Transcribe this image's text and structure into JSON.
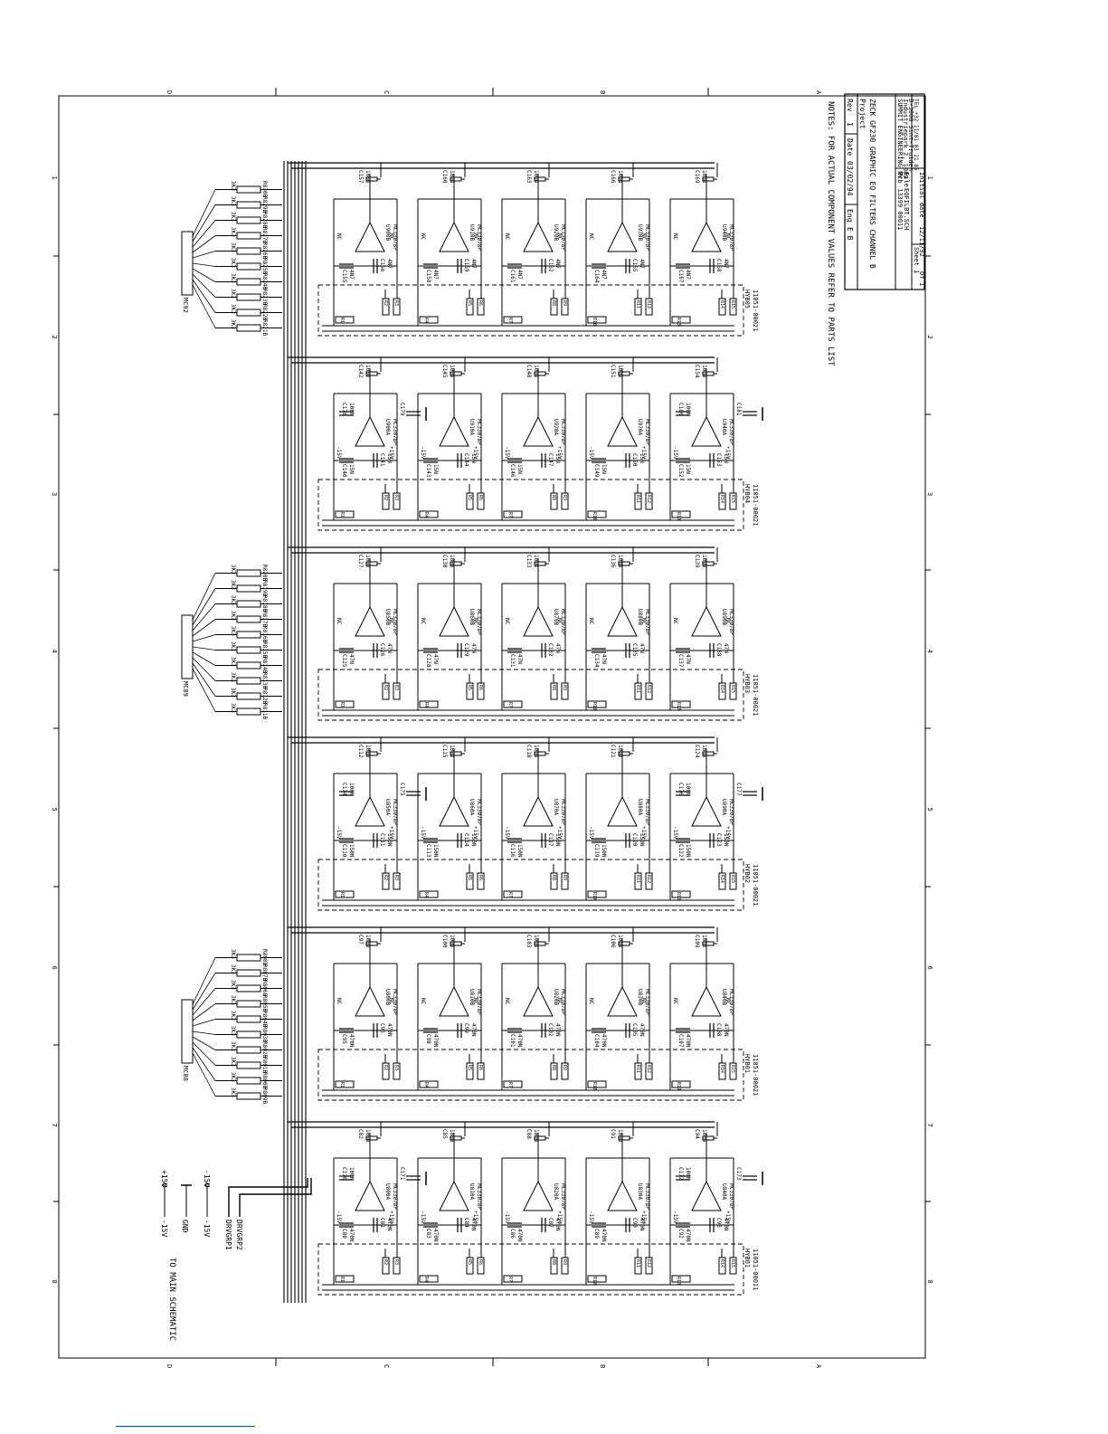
{
  "title_block": {
    "rev_label": "Rev",
    "rev": "1",
    "date_label": "Date",
    "date": "03/02/94",
    "eng_label": "Eng",
    "eng": "E B",
    "project_label": "Project",
    "project": "ZECK GF230 GRAPHIC EQ  FILTERS CHANNEL B",
    "company": "SUMMIT ENGINEERING NV",
    "address_1": "Industriepark 2, 1000",
    "address_2": "B-3000 Sint-Truiden",
    "phone": "TEL +32 11/81 83 21 85",
    "pcb_label": "Pcb",
    "pcb": "13399 00011",
    "file_label": "File",
    "file": "EQFILBT.SCH",
    "sheet_label": "Sheet",
    "sheet": "1",
    "of_label": "Of",
    "of": "1",
    "initial_date_label": "Initial date",
    "initial_date": "12/11/92"
  },
  "note": "NOTES: FOR ACTUAL COMPONENT VALUES REFER TO PARTS LIST",
  "border_letters": [
    "D",
    "C",
    "B",
    "A"
  ],
  "border_numbers": [
    "1",
    "2",
    "3",
    "4",
    "5",
    "6",
    "7",
    "8"
  ],
  "power": {
    "p15_left": "-15V",
    "p15_right": "+15V",
    "gnd": "GND",
    "m15_left": "-15V",
    "m15_right": "-15V",
    "drv1": "DRVGRP1",
    "drv2": "DRVGRP2",
    "main_ref": "TO MAIN SCHEMATIC"
  },
  "connectors": [
    "MC88",
    "MC89",
    "MC92"
  ],
  "slider_value": "3K3",
  "nc": "NC",
  "v_minus": "-15V",
  "v_plus": "+15V",
  "blocks": [
    {
      "hybrid": "HYB01",
      "pcb": "11051-00011",
      "ps": true,
      "opamps": [
        "U800A",
        "U810A",
        "U820A",
        "U830A",
        "U840A"
      ],
      "opamp_type": "MC33078P",
      "top_caps": [
        "C82",
        "C85",
        "C88",
        "C91",
        "C94"
      ],
      "top_val": "100U",
      "lower_caps": [
        "C80",
        "C83",
        "C86",
        "C89",
        "C92"
      ],
      "lower_val": "470N",
      "inner_caps": [
        "C81",
        "C84",
        "C87",
        "C90",
        "C93"
      ],
      "bypass": [
        "C170",
        "C171",
        "C172",
        "C173"
      ],
      "bypass_val": "100N",
      "resistors": [
        "R1",
        "R2",
        "R3",
        "R4",
        "R5",
        "R6",
        "R7",
        "R8",
        "R9",
        "R10",
        "R11",
        "R12",
        "R13",
        "R14",
        "R15"
      ]
    },
    {
      "hybrid": "HYB01",
      "pcb": "11051-00021",
      "ps": false,
      "opamps": [
        "U800B",
        "U810B",
        "U820B",
        "U830B",
        "U840B"
      ],
      "opamp_type": "MC33078P",
      "top_caps": [
        "C97",
        "C100",
        "C103",
        "C106",
        "C109"
      ],
      "top_val": "100U",
      "lower_caps": [
        "C95",
        "C98",
        "C101",
        "C104",
        "C107"
      ],
      "lower_val": "470N",
      "inner_caps": [
        "C96",
        "C99",
        "C102",
        "C105",
        "C108"
      ],
      "bypass": [],
      "bypass_val": "",
      "resistors": [
        "R1",
        "R2",
        "R3",
        "R4",
        "R5",
        "R6",
        "R7",
        "R8",
        "R9",
        "R10",
        "R11",
        "R12",
        "R13",
        "R14",
        "R15"
      ]
    },
    {
      "hybrid": "HYB02",
      "pcb": "11051-00021",
      "ps": true,
      "opamps": [
        "U850A",
        "U860A",
        "U870A",
        "U880A",
        "U890A"
      ],
      "opamp_type": "MC33078P",
      "top_caps": [
        "C112",
        "C115",
        "C118",
        "C121",
        "C124"
      ],
      "top_val": "100U",
      "lower_caps": [
        "C110",
        "C113",
        "C116",
        "C119",
        "C122"
      ],
      "lower_val": "150N",
      "inner_caps": [
        "C111",
        "C114",
        "C117",
        "C120",
        "C123"
      ],
      "bypass": [
        "C174",
        "C175",
        "C176",
        "C177"
      ],
      "bypass_val": "100N",
      "resistors": [
        "R1",
        "R2",
        "R3",
        "R4",
        "R5",
        "R6",
        "R7",
        "R8",
        "R9",
        "R10",
        "R11",
        "R12",
        "R13",
        "R14",
        "R15"
      ]
    },
    {
      "hybrid": "HYB03",
      "pcb": "11051-00021",
      "ps": false,
      "opamps": [
        "U850B",
        "U860B",
        "U870B",
        "U880B",
        "U890B"
      ],
      "opamp_type": "MC33078P",
      "top_caps": [
        "C127",
        "C130",
        "C133",
        "C136",
        "C139"
      ],
      "top_val": "100U",
      "lower_caps": [
        "C125",
        "C128",
        "C131",
        "C134",
        "C137"
      ],
      "lower_val": "47N",
      "inner_caps": [
        "C126",
        "C129",
        "C132",
        "C135",
        "C138"
      ],
      "bypass": [],
      "bypass_val": "",
      "resistors": [
        "R1",
        "R2",
        "R3",
        "R4",
        "R5",
        "R6",
        "R7",
        "R8",
        "R9",
        "R10",
        "R11",
        "R12",
        "R13",
        "R14",
        "R15"
      ]
    },
    {
      "hybrid": "HYB04",
      "pcb": "11051-00021",
      "ps": true,
      "opamps": [
        "U900A",
        "U910A",
        "U920A",
        "U930A",
        "U940A"
      ],
      "opamp_type": "MC33078P",
      "top_caps": [
        "C142",
        "C145",
        "C148",
        "C151",
        "C154"
      ],
      "top_val": "100U",
      "lower_caps": [
        "C140",
        "C143",
        "C146",
        "C149",
        "C152"
      ],
      "lower_val": "15N",
      "inner_caps": [
        "C141",
        "C144",
        "C147",
        "C150",
        "C153"
      ],
      "bypass": [
        "C178",
        "C179",
        "C180",
        "C181"
      ],
      "bypass_val": "100N",
      "resistors": [
        "R1",
        "R2",
        "R3",
        "R4",
        "R5",
        "R6",
        "R7",
        "R8",
        "R9",
        "R10",
        "R11",
        "R12",
        "R13",
        "R14",
        "R15"
      ]
    },
    {
      "hybrid": "HYB05",
      "pcb": "11051-00021",
      "ps": false,
      "opamps": [
        "U900B",
        "U910B",
        "U920B",
        "U930B",
        "U940B"
      ],
      "opamp_type": "MC33078P",
      "top_caps": [
        "C157",
        "C160",
        "C163",
        "C166",
        "C169"
      ],
      "top_val": "100U",
      "lower_caps": [
        "C155",
        "C158",
        "C161",
        "C164",
        "C167"
      ],
      "lower_val": "4N7",
      "inner_caps": [
        "C156",
        "C159",
        "C162",
        "C165",
        "C168"
      ],
      "bypass": [],
      "bypass_val": "",
      "resistors": [
        "R1",
        "R2",
        "R3",
        "R4",
        "R5",
        "R6",
        "R7",
        "R8",
        "R9",
        "R10",
        "R11",
        "R12",
        "R13",
        "R14",
        "R15"
      ]
    }
  ],
  "slider_groups": [
    [
      "R808B",
      "R807B",
      "R806B",
      "R805B",
      "R804B",
      "R803B",
      "R802B",
      "R801B",
      "R800B",
      "R809B"
    ],
    [
      "R820B",
      "R819B",
      "R818B",
      "R817B",
      "R816B",
      "R815B",
      "R814B",
      "R813B",
      "R812B",
      "R811B"
    ],
    [
      "R830B",
      "R829B",
      "R828B",
      "R827B",
      "R826B",
      "R825B",
      "R824B",
      "R823B",
      "R822B",
      "R821B"
    ]
  ]
}
